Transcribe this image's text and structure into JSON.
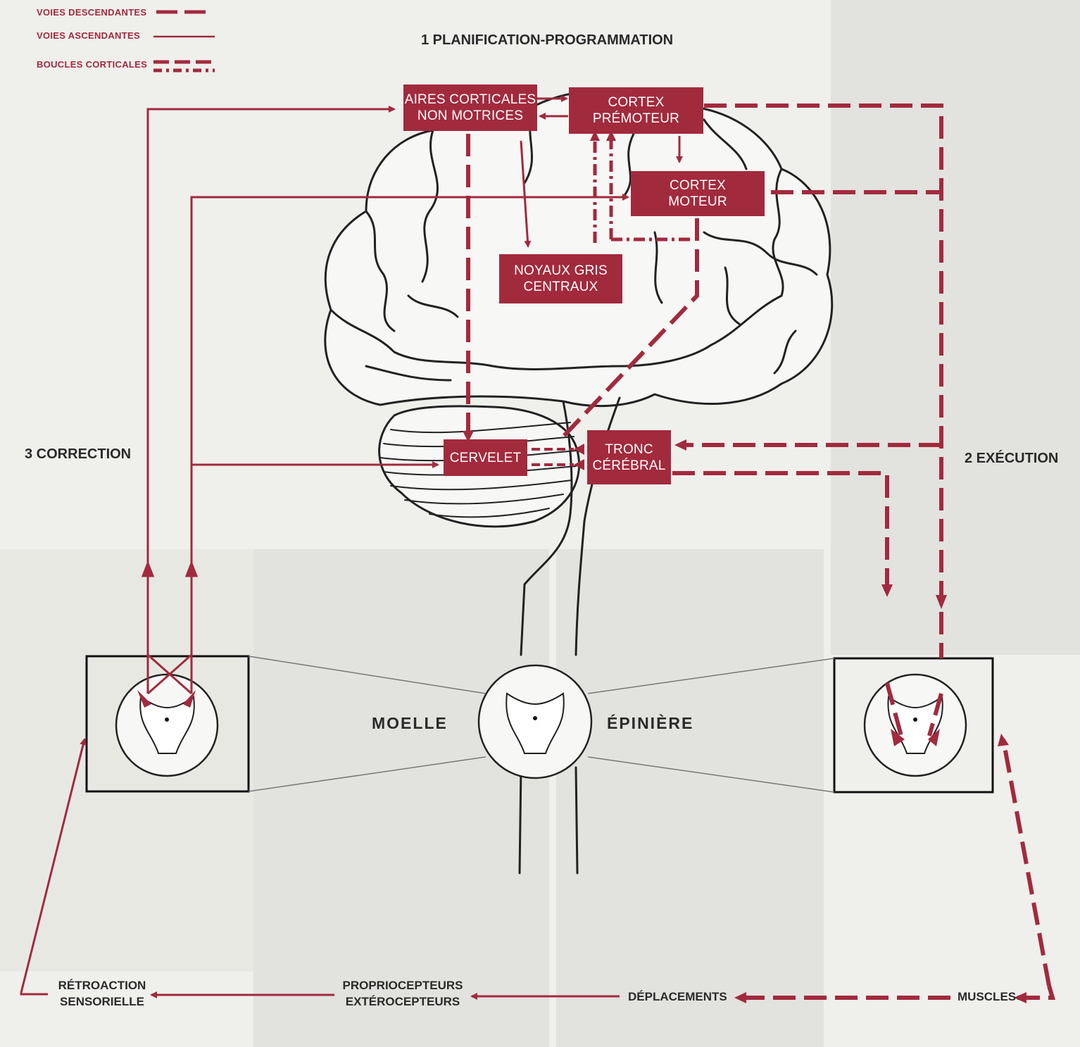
{
  "legend": {
    "descending": "VOIES DESCENDANTES",
    "ascending": "VOIES ASCENDANTES",
    "loops": "BOUCLES CORTICALES"
  },
  "stages": {
    "planning": "1 PLANIFICATION-PROGRAMMATION",
    "execution": "2 EXÉCUTION",
    "correction": "3 CORRECTION"
  },
  "boxes": {
    "non_motor": [
      "AIRES CORTICALES",
      "NON MOTRICES"
    ],
    "premotor": [
      "CORTEX",
      "PRÉMOTEUR"
    ],
    "motor": [
      "CORTEX",
      "MOTEUR"
    ],
    "basal": [
      "NOYAUX GRIS",
      "CENTRAUX"
    ],
    "cerebellum": "CERVELET",
    "brainstem": [
      "TRONC",
      "CÉRÉBRAL"
    ]
  },
  "spinal": {
    "left": "MOELLE",
    "right": "ÉPINIÈRE"
  },
  "bottom": {
    "feedback": [
      "RÉTROACTION",
      "SENSORIELLE"
    ],
    "receptors": [
      "PROPRIOCEPTEURS",
      "EXTÉROCEPTEURS"
    ],
    "movement": "DÉPLACEMENTS",
    "muscles": "MUSCLES"
  },
  "colors": {
    "accent": "#a22a3d",
    "ink": "#2a2a2a",
    "background": "#efefec"
  }
}
